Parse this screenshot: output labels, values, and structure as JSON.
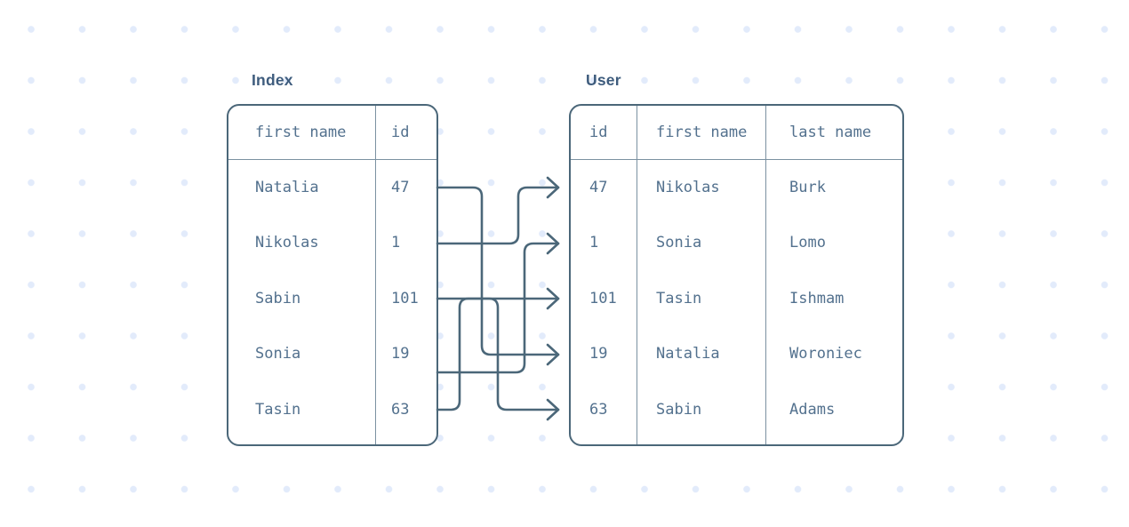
{
  "diagram": {
    "description": "Database index lookup diagram",
    "colors": {
      "line": "#4b6779",
      "table_text": "#53718e",
      "title_text": "#3e5c7d",
      "divider": "#7b91a1",
      "dot_grid": "#e2ebfb",
      "background": "#ffffff"
    }
  },
  "index_table": {
    "title": "Index",
    "columns": [
      "first name",
      "id"
    ],
    "rows": [
      [
        "Natalia",
        "47"
      ],
      [
        "Nikolas",
        "1"
      ],
      [
        "Sabin",
        "101"
      ],
      [
        "Sonia",
        "19"
      ],
      [
        "Tasin",
        "63"
      ]
    ]
  },
  "user_table": {
    "title": "User",
    "columns": [
      "id",
      "first name",
      "last name"
    ],
    "rows": [
      [
        "47",
        "Nikolas",
        "Burk"
      ],
      [
        "1",
        "Sonia",
        "Lomo"
      ],
      [
        "101",
        "Tasin",
        "Ishmam"
      ],
      [
        "19",
        "Natalia",
        "Woroniec"
      ],
      [
        "63",
        "Sabin",
        "Adams"
      ]
    ]
  },
  "connections": [
    {
      "from_index_row": 0,
      "from_name": "Natalia",
      "to_user_row": 3
    },
    {
      "from_index_row": 1,
      "from_name": "Nikolas",
      "to_user_row": 0
    },
    {
      "from_index_row": 2,
      "from_name": "Sabin",
      "to_user_row": 4
    },
    {
      "from_index_row": 3,
      "from_name": "Sonia",
      "to_user_row": 1
    },
    {
      "from_index_row": 4,
      "from_name": "Tasin",
      "to_user_row": 2
    }
  ]
}
